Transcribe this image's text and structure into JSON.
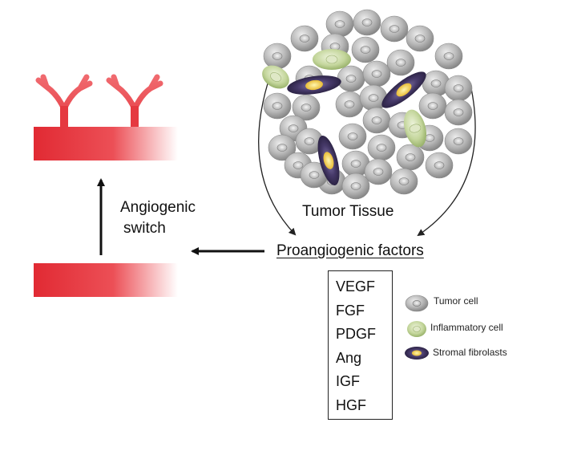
{
  "diagram": {
    "switch_label": [
      "Angiogenic",
      "switch"
    ],
    "tumor_label": "Tumor Tissue",
    "factors_title": "Proangiogenic factors",
    "factors": [
      "VEGF",
      "FGF",
      "PDGF",
      "Ang",
      "IGF",
      "HGF"
    ],
    "legend": [
      {
        "label": "Tumor cell",
        "icon": "tumor-cell-icon"
      },
      {
        "label": "Inflammatory cell",
        "icon": "inflammatory-cell-icon"
      },
      {
        "label": "Stromal fibrolasts",
        "icon": "stromal-fibroblast-icon"
      }
    ],
    "colors": {
      "vessel_red": "#e8323a",
      "tumor_gray": "#9a9a9a",
      "inflammatory_green": "#b8cc8e",
      "fibroblast_purple": "#3a2f55",
      "fibroblast_core": "#f1d54a"
    }
  }
}
